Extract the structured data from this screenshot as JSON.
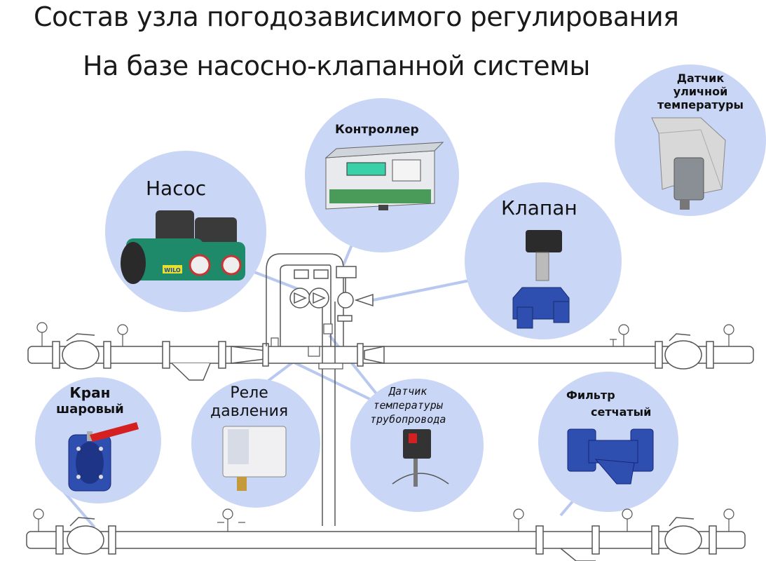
{
  "header": {
    "title": "Состав узла погодозависимого регулирования",
    "subtitle": "На базе насосно-клапанной системы"
  },
  "components": {
    "pump": {
      "label": "Насос",
      "brand": "WILO"
    },
    "controller": {
      "label": "Контроллер"
    },
    "outdoor_sensor": {
      "label_line1": "Датчик",
      "label_line2": "уличной",
      "label_line3": "температуры"
    },
    "valve": {
      "label": "Клапан"
    },
    "ball_valve": {
      "label_line1": "Кран",
      "label_line2": "шаровый"
    },
    "pressure_relay": {
      "label_line1": "Реле",
      "label_line2": "давления"
    },
    "pipe_sensor": {
      "label_line1": "Датчик",
      "label_line2": "температуры",
      "label_line3": "трубопровода"
    },
    "strainer": {
      "label_line1": "Фильтр",
      "label_line2": "сетчатый"
    }
  },
  "colors": {
    "bubble": "#c9d6f5",
    "pipe_stroke": "#555555",
    "pipe_fill": "#ffffff",
    "leader": "#b8c8ef",
    "pump_green": "#1f8a6a",
    "valve_blue": "#2f4fb0",
    "handle_red": "#d42020"
  }
}
